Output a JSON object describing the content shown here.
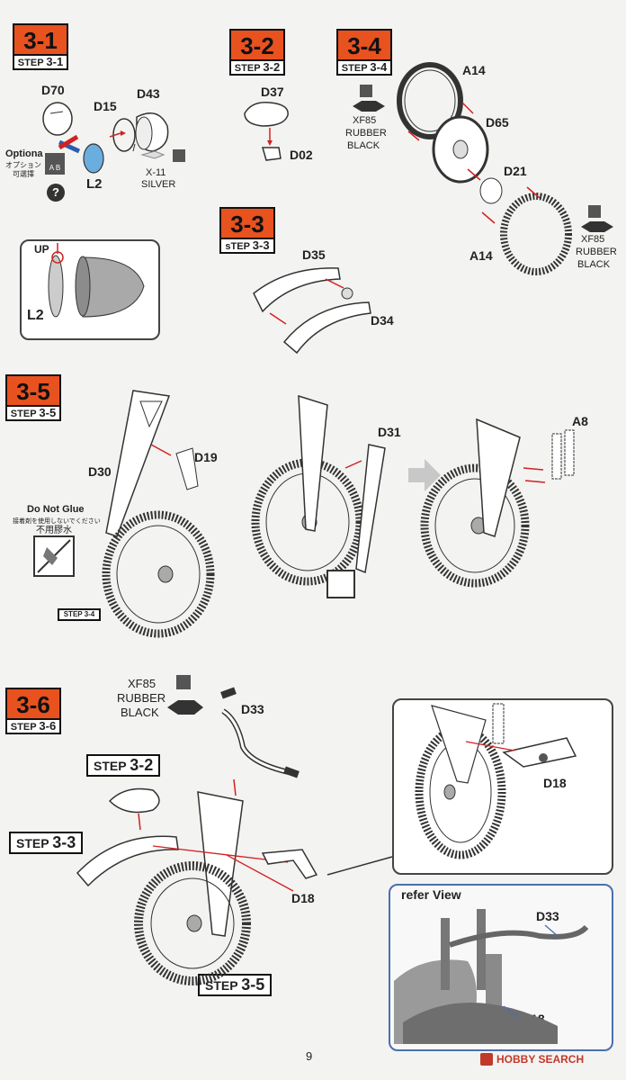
{
  "steps": {
    "s3_1": {
      "badge": "3-1",
      "tag_prefix": "STEP ",
      "tag_num": "3-1"
    },
    "s3_2": {
      "badge": "3-2",
      "tag_prefix": "STEP ",
      "tag_num": "3-2"
    },
    "s3_3": {
      "badge": "3-3",
      "tag_prefix": "sTEP ",
      "tag_num": "3-3"
    },
    "s3_4": {
      "badge": "3-4",
      "tag_prefix": "STEP ",
      "tag_num": "3-4"
    },
    "s3_5": {
      "badge": "3-5",
      "tag_prefix": "STEP ",
      "tag_num": "3-5"
    },
    "s3_6": {
      "badge": "3-6",
      "tag_prefix": "STEP ",
      "tag_num": "3-6"
    }
  },
  "s3_1": {
    "parts": {
      "d70": "D70",
      "d15": "D15",
      "d43": "D43",
      "l2": "L2"
    },
    "option": {
      "title": "Optiona",
      "jp": "オプション",
      "cn": "可選擇",
      "choices": "A  B",
      "q": "?"
    },
    "paint": {
      "code": "X-11",
      "name": "SILVER"
    }
  },
  "detail_l2": {
    "up": "UP",
    "part": "L2"
  },
  "s3_2": {
    "parts": {
      "d37": "D37",
      "d02": "D02"
    }
  },
  "s3_3": {
    "parts": {
      "d35": "D35",
      "d34": "D34"
    }
  },
  "s3_4": {
    "parts": {
      "a14_top": "A14",
      "d65": "D65",
      "d21": "D21",
      "a14_bottom": "A14"
    },
    "paint_left": {
      "code": "XF85",
      "name1": "RUBBER",
      "name2": "BLACK"
    },
    "paint_right": {
      "code": "XF85",
      "name1": "RUBBER",
      "name2": "BLACK"
    }
  },
  "s3_5": {
    "parts": {
      "d30": "D30",
      "d19": "D19",
      "d31": "D31",
      "a8": "A8"
    },
    "no_glue": {
      "en": "Do Not Glue",
      "jp": "接着剤を使用しないでください",
      "cn": "不用膠水"
    },
    "ref_tag": "STEP 3-4"
  },
  "s3_6": {
    "paint": {
      "code": "XF85",
      "name1": "RUBBER",
      "name2": "BLACK"
    },
    "parts": {
      "d33": "D33",
      "d18": "D18",
      "d18_detail": "D18"
    },
    "ref_tags": {
      "t32": {
        "prefix": "STEP ",
        "num": "3-2"
      },
      "t33": {
        "prefix": "STEP ",
        "num": "3-3"
      },
      "t35": {
        "prefix": "STEP ",
        "num": "3-5"
      }
    },
    "refer": {
      "title": "refer View",
      "d33": "D33",
      "d18": "D18"
    }
  },
  "footer": {
    "page": "9",
    "brand": "HOBBY SEARCH"
  },
  "colors": {
    "accent": "#e8521f",
    "arrow": "#d42020",
    "line": "#333333"
  }
}
